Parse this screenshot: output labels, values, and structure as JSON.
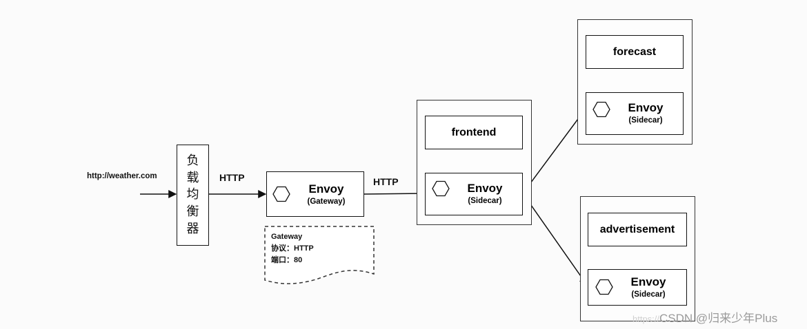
{
  "client_url": "http://weather.com",
  "load_balancer_chars": [
    "负",
    "载",
    "均",
    "衡",
    "器"
  ],
  "link_labels": {
    "client_to_gateway": "HTTP",
    "gateway_to_frontend": "HTTP"
  },
  "gateway": {
    "title": "Envoy",
    "subtitle": "(Gateway)"
  },
  "gateway_note": {
    "lines": [
      "Gateway",
      "协议：HTTP",
      "端口：80"
    ]
  },
  "frontend": {
    "service": "frontend",
    "sidecar": {
      "title": "Envoy",
      "subtitle": "(Sidecar)"
    }
  },
  "forecast": {
    "service": "forecast",
    "sidecar": {
      "title": "Envoy",
      "subtitle": "(Sidecar)"
    }
  },
  "advertisement": {
    "service": "advertisement",
    "sidecar": {
      "title": "Envoy",
      "subtitle": "(Sidecar)"
    }
  },
  "watermark": {
    "prefix": "https://",
    "text": "CSDN @归来少年Plus"
  }
}
